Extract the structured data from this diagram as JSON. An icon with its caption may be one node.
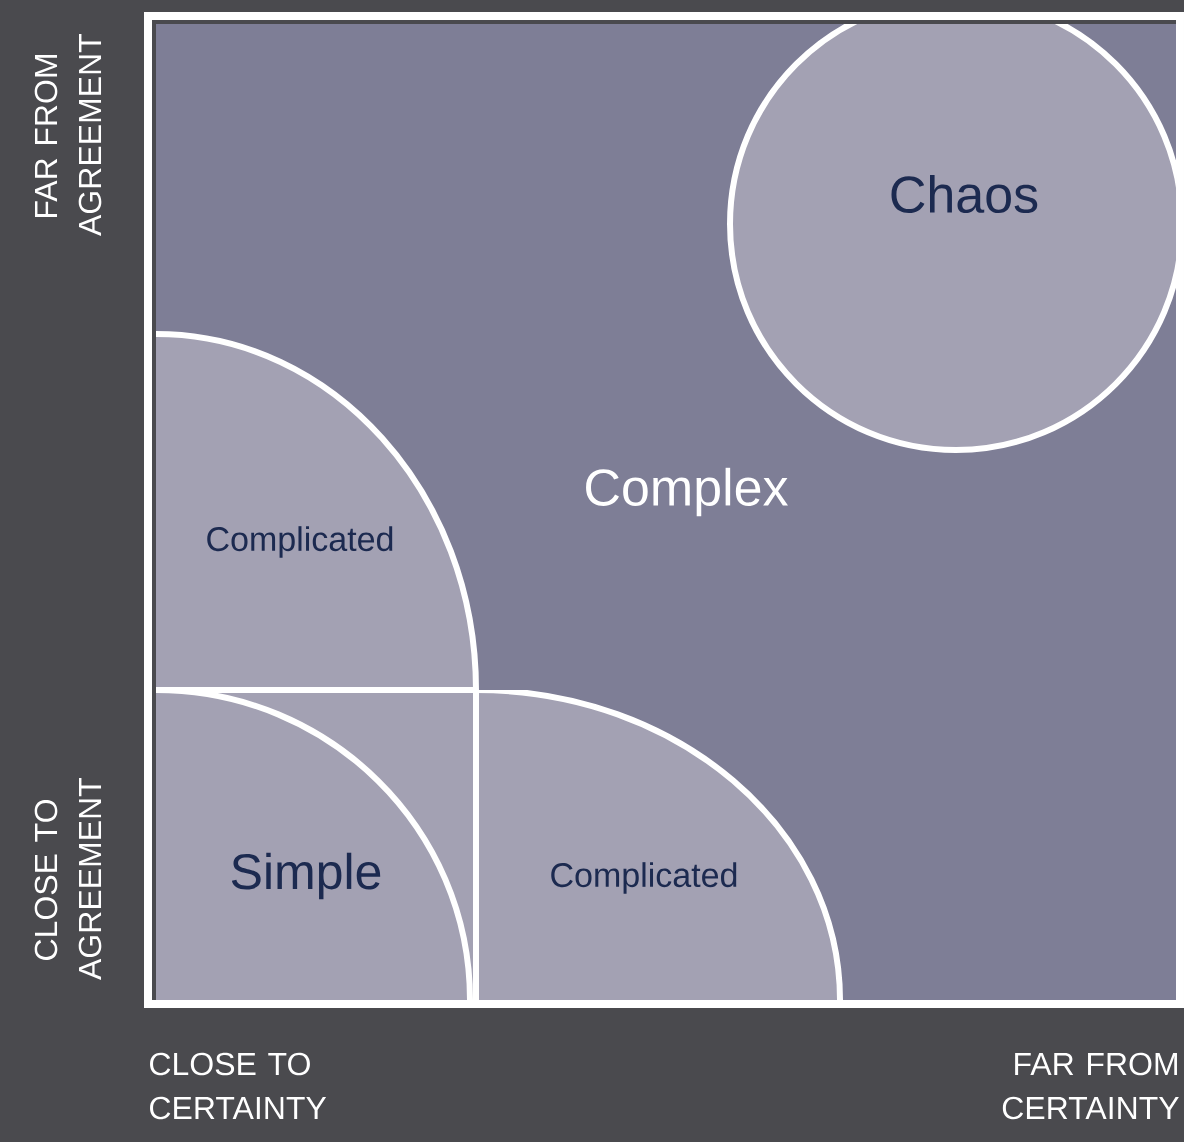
{
  "diagram": {
    "nodes": [
      {
        "text": [
          "Complex"
        ]
      },
      {
        "text": [
          "Chaos"
        ],
        "in": 0
      },
      {
        "text": [
          "Complicated"
        ]
      },
      {
        "text": [
          "Simple"
        ]
      },
      {
        "text": [
          "Complicated"
        ]
      }
    ],
    "labels": [
      "FAR FROM AGREEMENT",
      "CLOSE TO AGREEMENT",
      "CLOSE TO CERTAINTY",
      "FAR FROM CERTAINTY"
    ]
  }
}
